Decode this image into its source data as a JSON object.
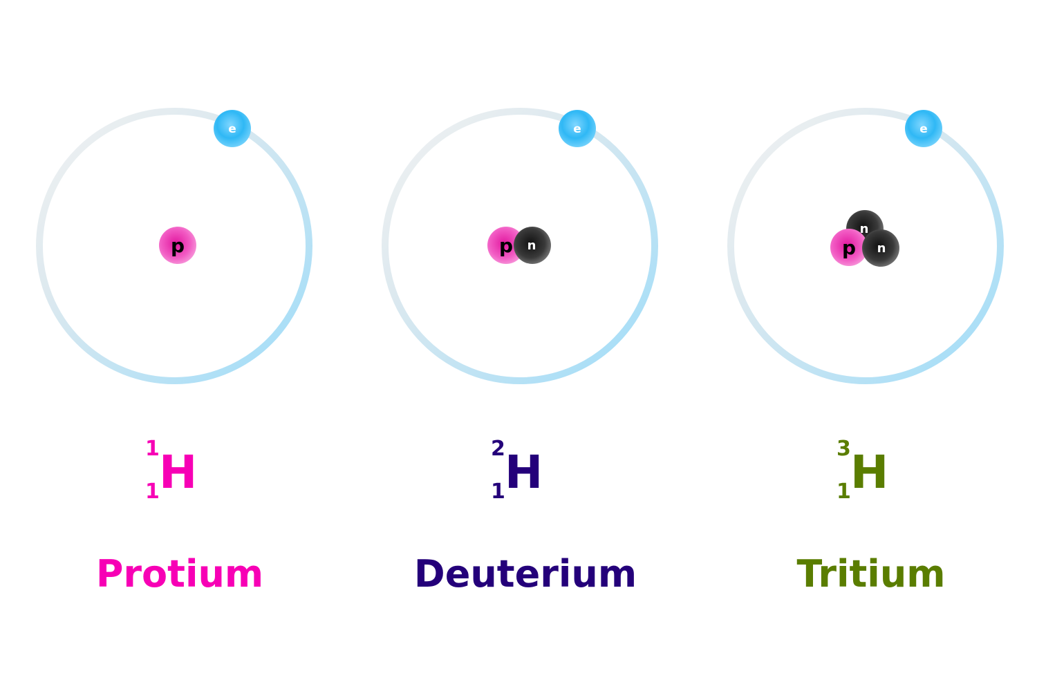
{
  "particles": {
    "electron": "e",
    "proton": "p",
    "neutron": "n"
  },
  "colors": {
    "electron": "#2fb8f5",
    "orbit": "#8fd8f8",
    "proton": "#ee3cb4",
    "neutron": "#3a3a3a"
  },
  "isotopes": [
    {
      "name": "Protium",
      "mass_number": "1",
      "atomic_number": "1",
      "symbol": "H",
      "color": "#f700b5",
      "protons": 1,
      "neutrons": 0
    },
    {
      "name": "Deuterium",
      "mass_number": "2",
      "atomic_number": "1",
      "symbol": "H",
      "color": "#24007a",
      "protons": 1,
      "neutrons": 1
    },
    {
      "name": "Tritium",
      "mass_number": "3",
      "atomic_number": "1",
      "symbol": "H",
      "color": "#5a7d00",
      "protons": 1,
      "neutrons": 2
    }
  ]
}
